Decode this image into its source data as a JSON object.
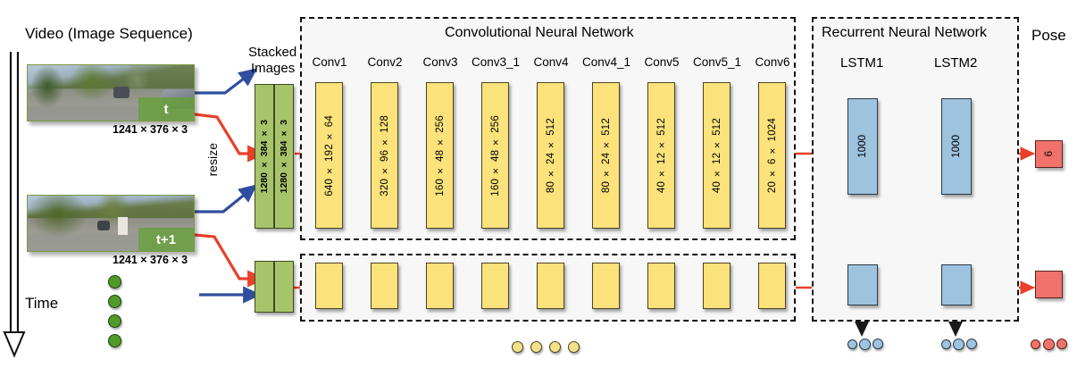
{
  "figure": {
    "headers": {
      "video": "Video (Image Sequence)",
      "stacked_images": "Stacked\nImages",
      "stacked_images_line1": "Stacked",
      "stacked_images_line2": "Images",
      "cnn": "Convolutional Neural Network",
      "rnn": "Recurrent Neural Network",
      "pose": "Pose",
      "time": "Time",
      "resize": "resize"
    },
    "frames": [
      {
        "label": "t",
        "dims": "1241 × 376 × 3"
      },
      {
        "label": "t+1",
        "dims": "1241 × 376 × 3"
      }
    ],
    "stacked": {
      "channel_a": "1280 × 384 × 3",
      "channel_b": "1280 × 384 × 3"
    },
    "conv_layers": [
      {
        "name": "Conv1",
        "shape": "640 × 192 × 64"
      },
      {
        "name": "Conv2",
        "shape": "320 × 96 × 128"
      },
      {
        "name": "Conv3",
        "shape": "160 × 48 × 256"
      },
      {
        "name": "Conv3_1",
        "shape": "160 × 48 × 256"
      },
      {
        "name": "Conv4",
        "shape": "80 × 24 × 512"
      },
      {
        "name": "Conv4_1",
        "shape": "80 × 24 × 512"
      },
      {
        "name": "Conv5",
        "shape": "40 × 12 × 512"
      },
      {
        "name": "Conv5_1",
        "shape": "40 × 12 × 512"
      },
      {
        "name": "Conv6",
        "shape": "20 × 6 × 1024"
      }
    ],
    "lstm_layers": [
      {
        "name": "LSTM1",
        "units": "1000"
      },
      {
        "name": "LSTM2",
        "units": "1000"
      }
    ],
    "pose_output": {
      "value": "6"
    },
    "colors": {
      "conv_fill": "#fbe27a",
      "lstm_fill": "#9dc3df",
      "pose_fill": "#f0726b",
      "stacked_fill": "#a8c46a",
      "data_flow_arrow": "#e8402a",
      "image_link_arrow": "#2f4f9e",
      "recurrent_arrow": "#1a1a1a",
      "group_frame": "#111111"
    }
  }
}
